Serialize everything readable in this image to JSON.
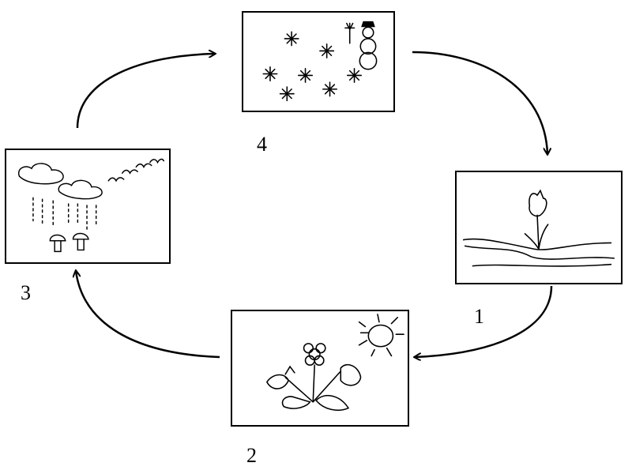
{
  "stages": [
    {
      "label": "1",
      "scene": "spring-snowdrop-thaw"
    },
    {
      "label": "2",
      "scene": "summer-strawberry-sun"
    },
    {
      "label": "3",
      "scene": "autumn-rain-mushrooms-birds"
    },
    {
      "label": "4",
      "scene": "winter-snowflakes-snowman"
    }
  ],
  "colors": {
    "ink": "#000000",
    "background": "#ffffff"
  }
}
